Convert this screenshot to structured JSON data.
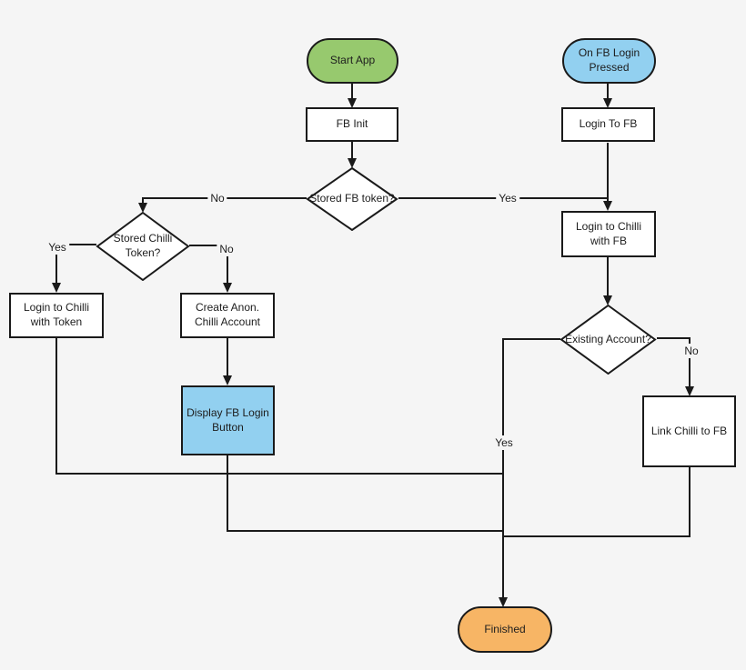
{
  "diagram": {
    "background_color": "#f5f5f5",
    "line_color": "#1a1a1a",
    "nodes": {
      "start_app": {
        "label": "Start App",
        "shape": "terminator",
        "fill": "#97c96e"
      },
      "on_fb_login_pressed": {
        "label": "On FB Login Pressed",
        "shape": "terminator",
        "fill": "#92d0f0"
      },
      "fb_init": {
        "label": "FB Init",
        "shape": "process",
        "fill": "#ffffff"
      },
      "login_to_fb": {
        "label": "Login To FB",
        "shape": "process",
        "fill": "#ffffff"
      },
      "stored_fb_token": {
        "label": "Stored FB token?",
        "shape": "decision",
        "fill": "#ffffff"
      },
      "stored_chilli_token": {
        "label": "Stored Chilli Token?",
        "shape": "decision",
        "fill": "#ffffff"
      },
      "login_to_chilli_with_token": {
        "label": "Login to Chilli with Token",
        "shape": "process",
        "fill": "#ffffff"
      },
      "create_anon_chilli_account": {
        "label": "Create Anon. Chilli Account",
        "shape": "process",
        "fill": "#ffffff"
      },
      "display_fb_login_button": {
        "label": "Display FB Login Button",
        "shape": "process",
        "fill": "#92d0f0"
      },
      "login_to_chilli_with_fb": {
        "label": "Login to Chilli with FB",
        "shape": "process",
        "fill": "#ffffff"
      },
      "existing_account": {
        "label": "Existing Account?",
        "shape": "decision",
        "fill": "#ffffff"
      },
      "link_chilli_to_fb": {
        "label": "Link Chilli to FB",
        "shape": "process",
        "fill": "#ffffff"
      },
      "finished": {
        "label": "Finished",
        "shape": "terminator",
        "fill": "#f7b565"
      }
    },
    "edge_labels": {
      "stored_fb_token_no": "No",
      "stored_fb_token_yes": "Yes",
      "stored_chilli_token_yes": "Yes",
      "stored_chilli_token_no": "No",
      "existing_account_no": "No",
      "existing_account_yes": "Yes"
    }
  }
}
